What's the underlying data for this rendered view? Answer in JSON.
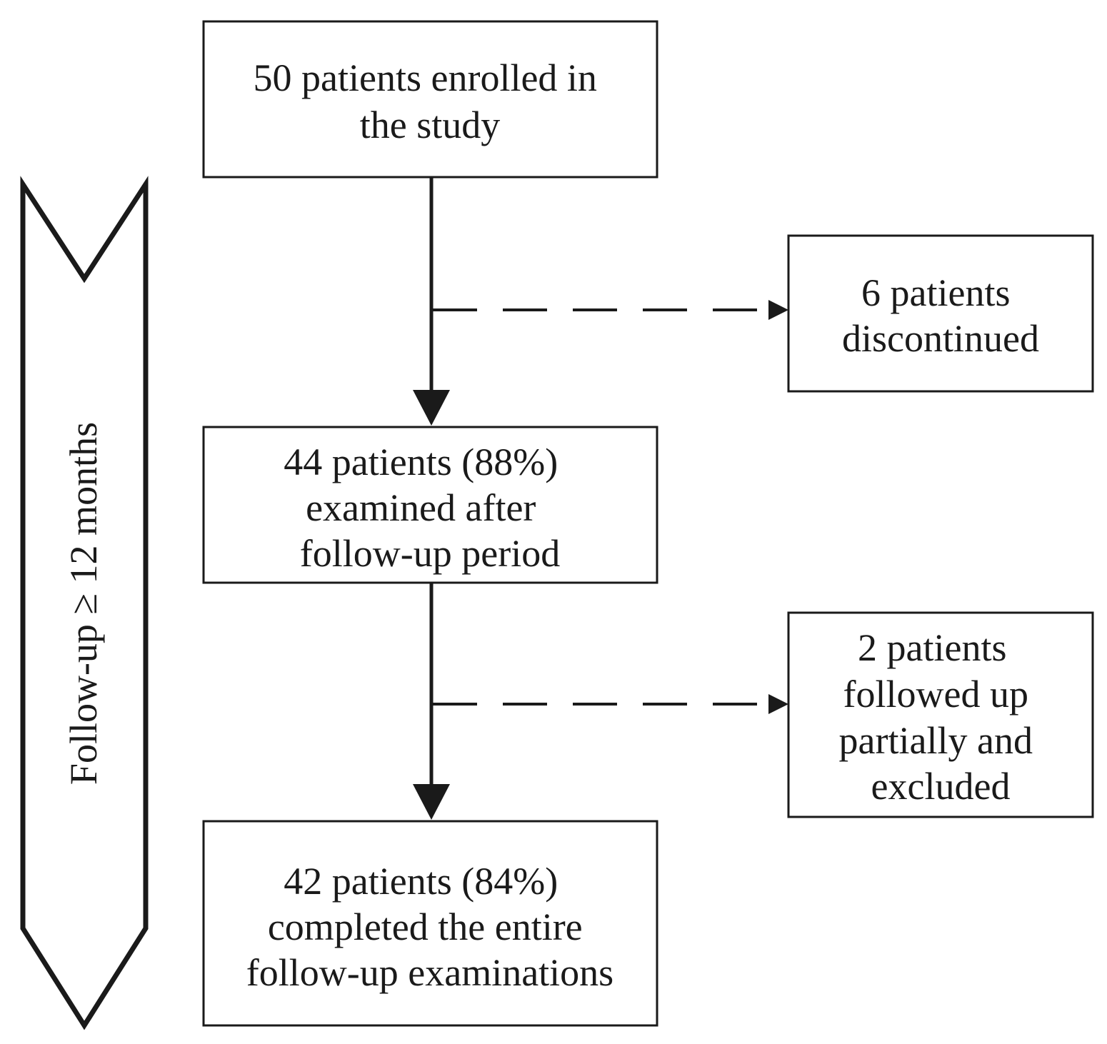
{
  "timeline": {
    "label": "Follow-up ≥ 12 months"
  },
  "boxes": {
    "enrolled": {
      "lines": [
        "50 patients enrolled in",
        "the study"
      ]
    },
    "discontinued": {
      "lines": [
        "6 patients",
        "discontinued"
      ]
    },
    "examined": {
      "lines": [
        "44 patients (88%)",
        "examined after",
        "follow-up period"
      ]
    },
    "excluded": {
      "lines": [
        "2 patients",
        "followed up",
        "partially and",
        "excluded"
      ]
    },
    "completed": {
      "lines": [
        "42 patients (84%)",
        "completed the entire",
        "follow-up examinations"
      ]
    }
  },
  "edges": [
    {
      "from": "enrolled",
      "to": "examined",
      "style": "solid"
    },
    {
      "from": "enrolled",
      "to": "discontinued",
      "style": "dashed"
    },
    {
      "from": "examined",
      "to": "completed",
      "style": "solid"
    },
    {
      "from": "examined",
      "to": "excluded",
      "style": "dashed"
    }
  ]
}
